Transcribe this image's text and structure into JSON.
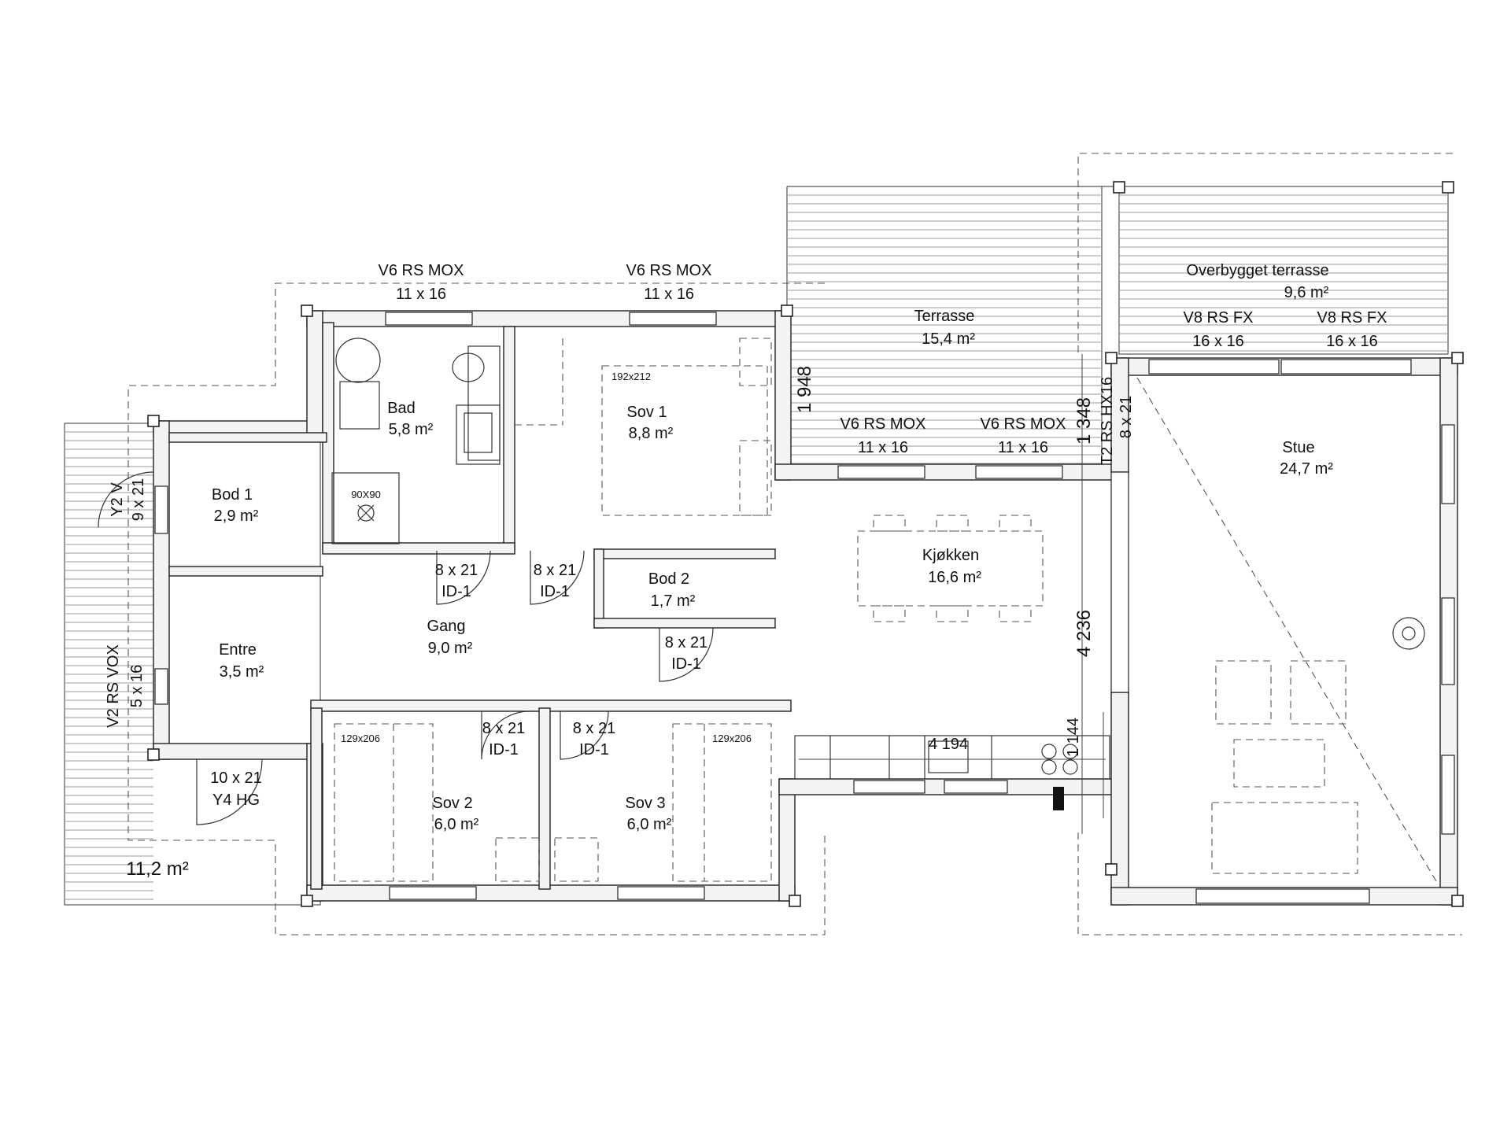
{
  "rooms": {
    "bad": {
      "name": "Bad",
      "area": "5,8 m²"
    },
    "sov1": {
      "name": "Sov 1",
      "area": "8,8 m²"
    },
    "bod1": {
      "name": "Bod 1",
      "area": "2,9 m²"
    },
    "entre": {
      "name": "Entre",
      "area": "3,5 m²"
    },
    "gang": {
      "name": "Gang",
      "area": "9,0 m²"
    },
    "bod2": {
      "name": "Bod 2",
      "area": "1,7 m²"
    },
    "sov2": {
      "name": "Sov 2",
      "area": "6,0 m²"
    },
    "sov3": {
      "name": "Sov 3",
      "area": "6,0 m²"
    },
    "kjokken": {
      "name": "Kjøkken",
      "area": "16,6 m²"
    },
    "stue": {
      "name": "Stue",
      "area": "24,7 m²"
    },
    "terrasse": {
      "name": "Terrasse",
      "area": "15,4 m²"
    },
    "overbygget": {
      "name": "Overbygget terrasse",
      "area": "9,6 m²"
    },
    "veranda": {
      "area": "11,2 m²"
    }
  },
  "windows": {
    "top_left": {
      "type": "V6 RS MOX",
      "size": "11 x 16"
    },
    "top_mid": {
      "type": "V6 RS MOX",
      "size": "11 x 16"
    },
    "terr_left": {
      "type": "V6 RS MOX",
      "size": "11 x 16"
    },
    "terr_right": {
      "type": "V6 RS MOX",
      "size": "11 x 16"
    },
    "stue_left": {
      "type": "V8 RS FX",
      "size": "16 x 16"
    },
    "stue_right": {
      "type": "V8 RS FX",
      "size": "16 x 16"
    },
    "west_upper": {
      "type": "Y2 V",
      "size": "9 x 21"
    },
    "west_lower": {
      "type": "V2 RS VOX",
      "size": "5 x 16"
    },
    "terr_door": {
      "type": "T2 RS HX16",
      "size": "8 x 21"
    }
  },
  "doors": {
    "bad": {
      "size": "8 x 21",
      "type": "ID-1"
    },
    "sov1": {
      "size": "8 x 21",
      "type": "ID-1"
    },
    "bod2": {
      "size": "8 x 21",
      "type": "ID-1"
    },
    "sov2": {
      "size": "8 x 21",
      "type": "ID-1"
    },
    "sov3": {
      "size": "8 x 21",
      "type": "ID-1"
    },
    "main": {
      "size": "10 x 21",
      "type": "Y4 HG"
    }
  },
  "dimensions": {
    "sov1_ext": "1 948",
    "terr_ext": "1 348",
    "kitchen_depth": "4 236",
    "kitchen_length": "4 194",
    "counter": "1 144"
  },
  "furniture": {
    "bed_sov1": "192x212",
    "bed_sov2": "129x206",
    "bed_sov3": "129x206",
    "shower": "90X90"
  }
}
